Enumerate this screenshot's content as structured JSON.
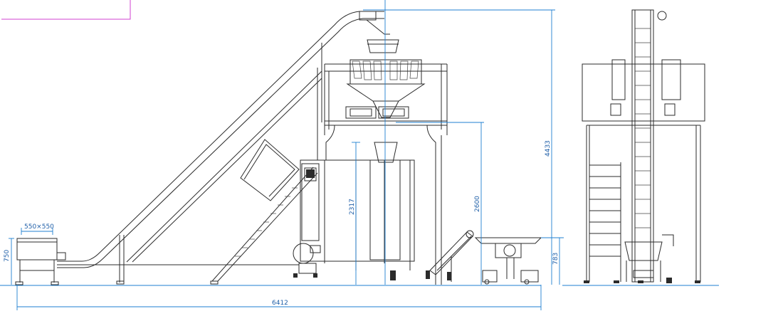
{
  "dimensions": {
    "hopper_size": "550×550",
    "hopper_height": "750",
    "scale_height": "2317",
    "platform_height": "2600",
    "total_height": "4433",
    "conveyor_height": "783",
    "total_length": "6412"
  },
  "colors": {
    "line": "#2b2b2b",
    "dimension": "#1f7fd0",
    "frame": "#d040d0"
  }
}
